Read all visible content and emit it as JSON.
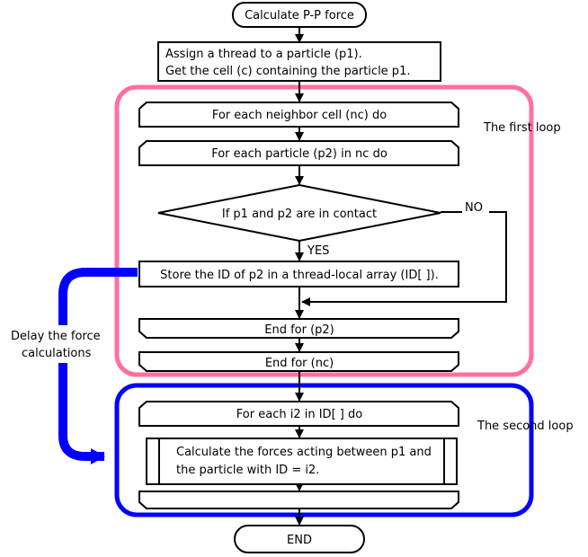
{
  "start_label": "Calculate P-P force",
  "assign_line1": "Assign a thread to a particle (p1).",
  "assign_line2": "Get the cell (c) containing the particle p1.",
  "first_loop": {
    "label": "The first loop",
    "color": "#ff6fa0",
    "for_nc": "For each neighbor cell (nc) do",
    "for_p2": "For each particle (p2) in nc do",
    "decision": "If p1 and p2 are in contact",
    "yes": "YES",
    "no": "NO",
    "store": "Store the ID of p2 in a thread-local array (ID[ ]).",
    "end_p2": "End for (p2)",
    "end_nc": "End for (nc)"
  },
  "delay": {
    "line1": "Delay the force",
    "line2": "calculations",
    "color": "#0000ff"
  },
  "second_loop": {
    "label": "The second loop",
    "color": "#0000ff",
    "for_i2": "For each i2 in ID[ ] do",
    "calc_line1": "Calculate the forces acting between p1 and",
    "calc_line2": "the particle with ID = i2.",
    "end_label": ""
  },
  "end_label": "END"
}
